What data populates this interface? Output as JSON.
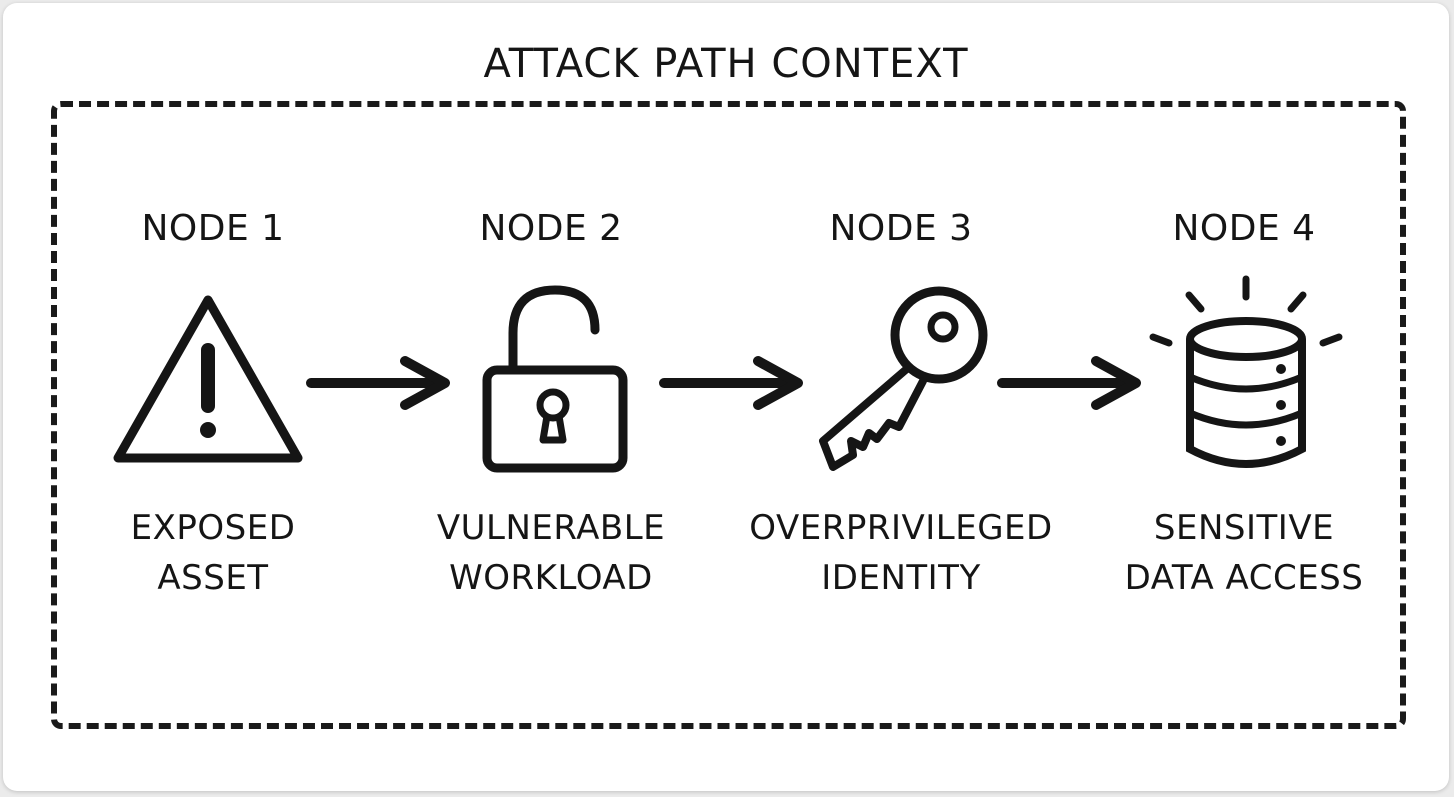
{
  "diagram": {
    "title": "ATTACK PATH CONTEXT",
    "nodes": [
      {
        "title": "NODE 1",
        "label_line1": "EXPOSED",
        "label_line2": "ASSET",
        "icon": "warning-triangle-icon"
      },
      {
        "title": "NODE 2",
        "label_line1": "VULNERABLE",
        "label_line2": "WORKLOAD",
        "icon": "unlocked-padlock-icon"
      },
      {
        "title": "NODE 3",
        "label_line1": "OVERPRIVILEGED",
        "label_line2": "IDENTITY",
        "icon": "key-icon"
      },
      {
        "title": "NODE 4",
        "label_line1": "SENSITIVE",
        "label_line2": "DATA ACCESS",
        "icon": "database-icon"
      }
    ]
  },
  "colors": {
    "ink": "#151515",
    "background": "#ffffff",
    "page": "#ebebeb"
  }
}
